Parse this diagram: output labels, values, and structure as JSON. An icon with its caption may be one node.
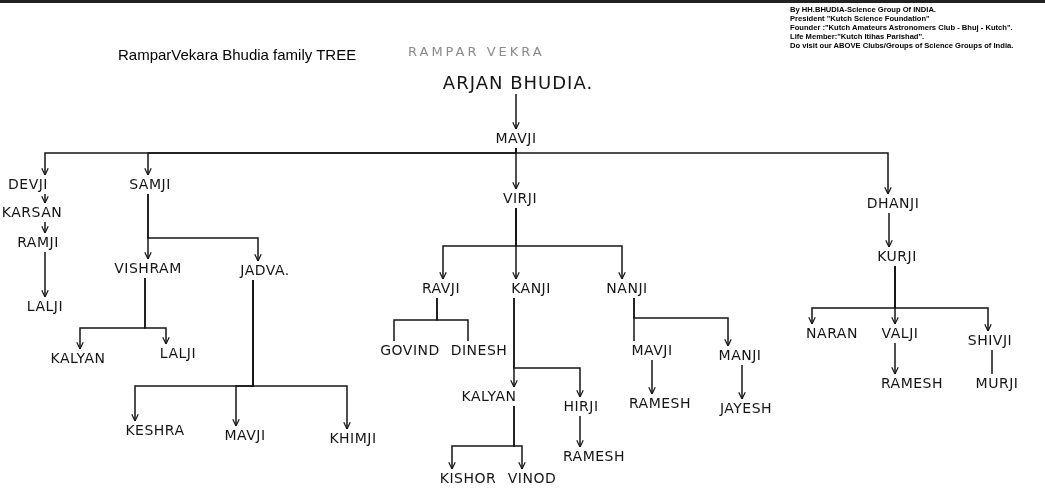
{
  "diagram": {
    "title": "RamparVekara Bhudia family TREE",
    "nodes": [
      {
        "text": [
          "ARJAN BHUDIA."
        ]
      },
      {
        "text": [
          "MAVJI"
        ]
      },
      {
        "text": [
          "DEVJI"
        ]
      },
      {
        "text": [
          "KARSAN"
        ]
      },
      {
        "text": [
          "RAMJI"
        ]
      },
      {
        "text": [
          "LALJI"
        ]
      },
      {
        "text": [
          "SAMJI"
        ]
      },
      {
        "text": [
          "VISHRAM"
        ]
      },
      {
        "text": [
          "JADVA."
        ]
      },
      {
        "text": [
          "KALYAN"
        ]
      },
      {
        "text": [
          "LALJI"
        ]
      },
      {
        "text": [
          "KESHRA"
        ]
      },
      {
        "text": [
          "MAVJI"
        ]
      },
      {
        "text": [
          "KHIMJI"
        ]
      },
      {
        "text": [
          "VIRJI"
        ]
      },
      {
        "text": [
          "RAVJI"
        ]
      },
      {
        "text": [
          "KANJI"
        ]
      },
      {
        "text": [
          "NANJI"
        ]
      },
      {
        "text": [
          "GOVIND"
        ]
      },
      {
        "text": [
          "DINESH"
        ]
      },
      {
        "text": [
          "KALYAN"
        ]
      },
      {
        "text": [
          "HIRJI"
        ]
      },
      {
        "text": [
          "RAMESH"
        ]
      },
      {
        "text": [
          "KISHOR"
        ]
      },
      {
        "text": [
          "VINOD"
        ]
      },
      {
        "text": [
          "MAVJI"
        ]
      },
      {
        "text": [
          "MANJI"
        ]
      },
      {
        "text": [
          "RAMESH"
        ]
      },
      {
        "text": [
          "JAYESH"
        ]
      },
      {
        "text": [
          "DHANJI"
        ]
      },
      {
        "text": [
          "KURJI"
        ]
      },
      {
        "text": [
          "NARAN"
        ]
      },
      {
        "text": [
          "VALJI"
        ]
      },
      {
        "text": [
          "SHIVJI"
        ]
      },
      {
        "text": [
          "RAMESH"
        ]
      },
      {
        "text": [
          "MURJI"
        ]
      }
    ],
    "edges": [
      {
        "from": 0,
        "to": 1,
        "arrow": "to"
      },
      {
        "from": 1,
        "to": 2,
        "arrow": "to"
      },
      {
        "from": 1,
        "to": 6,
        "arrow": "to"
      },
      {
        "from": 1,
        "to": 14,
        "arrow": "to"
      },
      {
        "from": 1,
        "to": 29,
        "arrow": "to"
      },
      {
        "from": 2,
        "to": 3,
        "arrow": "to"
      },
      {
        "from": 3,
        "to": 4,
        "arrow": "to"
      },
      {
        "from": 4,
        "to": 5,
        "arrow": "to"
      },
      {
        "from": 6,
        "to": 7,
        "arrow": "to"
      },
      {
        "from": 6,
        "to": 8,
        "arrow": "to"
      },
      {
        "from": 7,
        "to": 9,
        "arrow": "to"
      },
      {
        "from": 7,
        "to": 10,
        "arrow": "to"
      },
      {
        "from": 8,
        "to": 11,
        "arrow": "to"
      },
      {
        "from": 8,
        "to": 12,
        "arrow": "to"
      },
      {
        "from": 8,
        "to": 13,
        "arrow": "to"
      },
      {
        "from": 14,
        "to": 15,
        "arrow": "to"
      },
      {
        "from": 14,
        "to": 16,
        "arrow": "to"
      },
      {
        "from": 14,
        "to": 17,
        "arrow": "to"
      },
      {
        "from": 15,
        "to": 18,
        "arrow": "none"
      },
      {
        "from": 15,
        "to": 19,
        "arrow": "none"
      },
      {
        "from": 16,
        "to": 20,
        "arrow": "to"
      },
      {
        "from": 16,
        "to": 21,
        "arrow": "to"
      },
      {
        "from": 21,
        "to": 22,
        "arrow": "to"
      },
      {
        "from": 20,
        "to": 23,
        "arrow": "to"
      },
      {
        "from": 20,
        "to": 24,
        "arrow": "to"
      },
      {
        "from": 17,
        "to": 25,
        "arrow": "none"
      },
      {
        "from": 17,
        "to": 26,
        "arrow": "to"
      },
      {
        "from": 25,
        "to": 27,
        "arrow": "to"
      },
      {
        "from": 26,
        "to": 28,
        "arrow": "to"
      },
      {
        "from": 29,
        "to": 30,
        "arrow": "to"
      },
      {
        "from": 30,
        "to": 31,
        "arrow": "to"
      },
      {
        "from": 30,
        "to": 32,
        "arrow": "to"
      },
      {
        "from": 30,
        "to": 33,
        "arrow": "to"
      },
      {
        "from": 32,
        "to": 34,
        "arrow": "to"
      },
      {
        "from": 33,
        "to": 35,
        "arrow": "none"
      }
    ],
    "labels": [
      "RAMPAR VEKRA",
      "By HH.BHUDIA-Science Group Of INDIA.",
      "President \"Kutch Science Foundation\"",
      "Founder :\"Kutch Amateurs Astronomers Club - Bhuj - Kutch\".",
      "Life Member:\"Kutch Itihas Parishad\".",
      "Do visit our ABOVE Clubs/Groups of Science Groups of India."
    ]
  }
}
